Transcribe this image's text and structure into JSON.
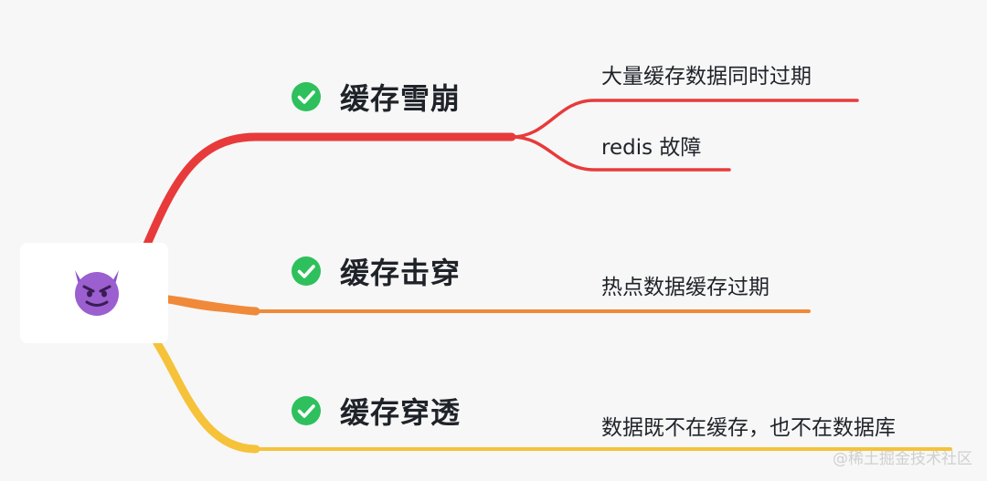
{
  "root": {
    "icon": "smiling-devil-emoji"
  },
  "branches": [
    {
      "label": "缓存雪崩",
      "icon": "check-circle-icon",
      "color": "#e83a3a",
      "leaves": [
        "大量缓存数据同时过期",
        "redis 故障"
      ]
    },
    {
      "label": "缓存击穿",
      "icon": "check-circle-icon",
      "color": "#f0893a",
      "leaves": [
        "热点数据缓存过期"
      ]
    },
    {
      "label": "缓存穿透",
      "icon": "check-circle-icon",
      "color": "#f5c23a",
      "leaves": [
        "数据既不在缓存，也不在数据库"
      ]
    }
  ],
  "check_color": "#2ec05c",
  "watermark": "@稀土掘金技术社区"
}
